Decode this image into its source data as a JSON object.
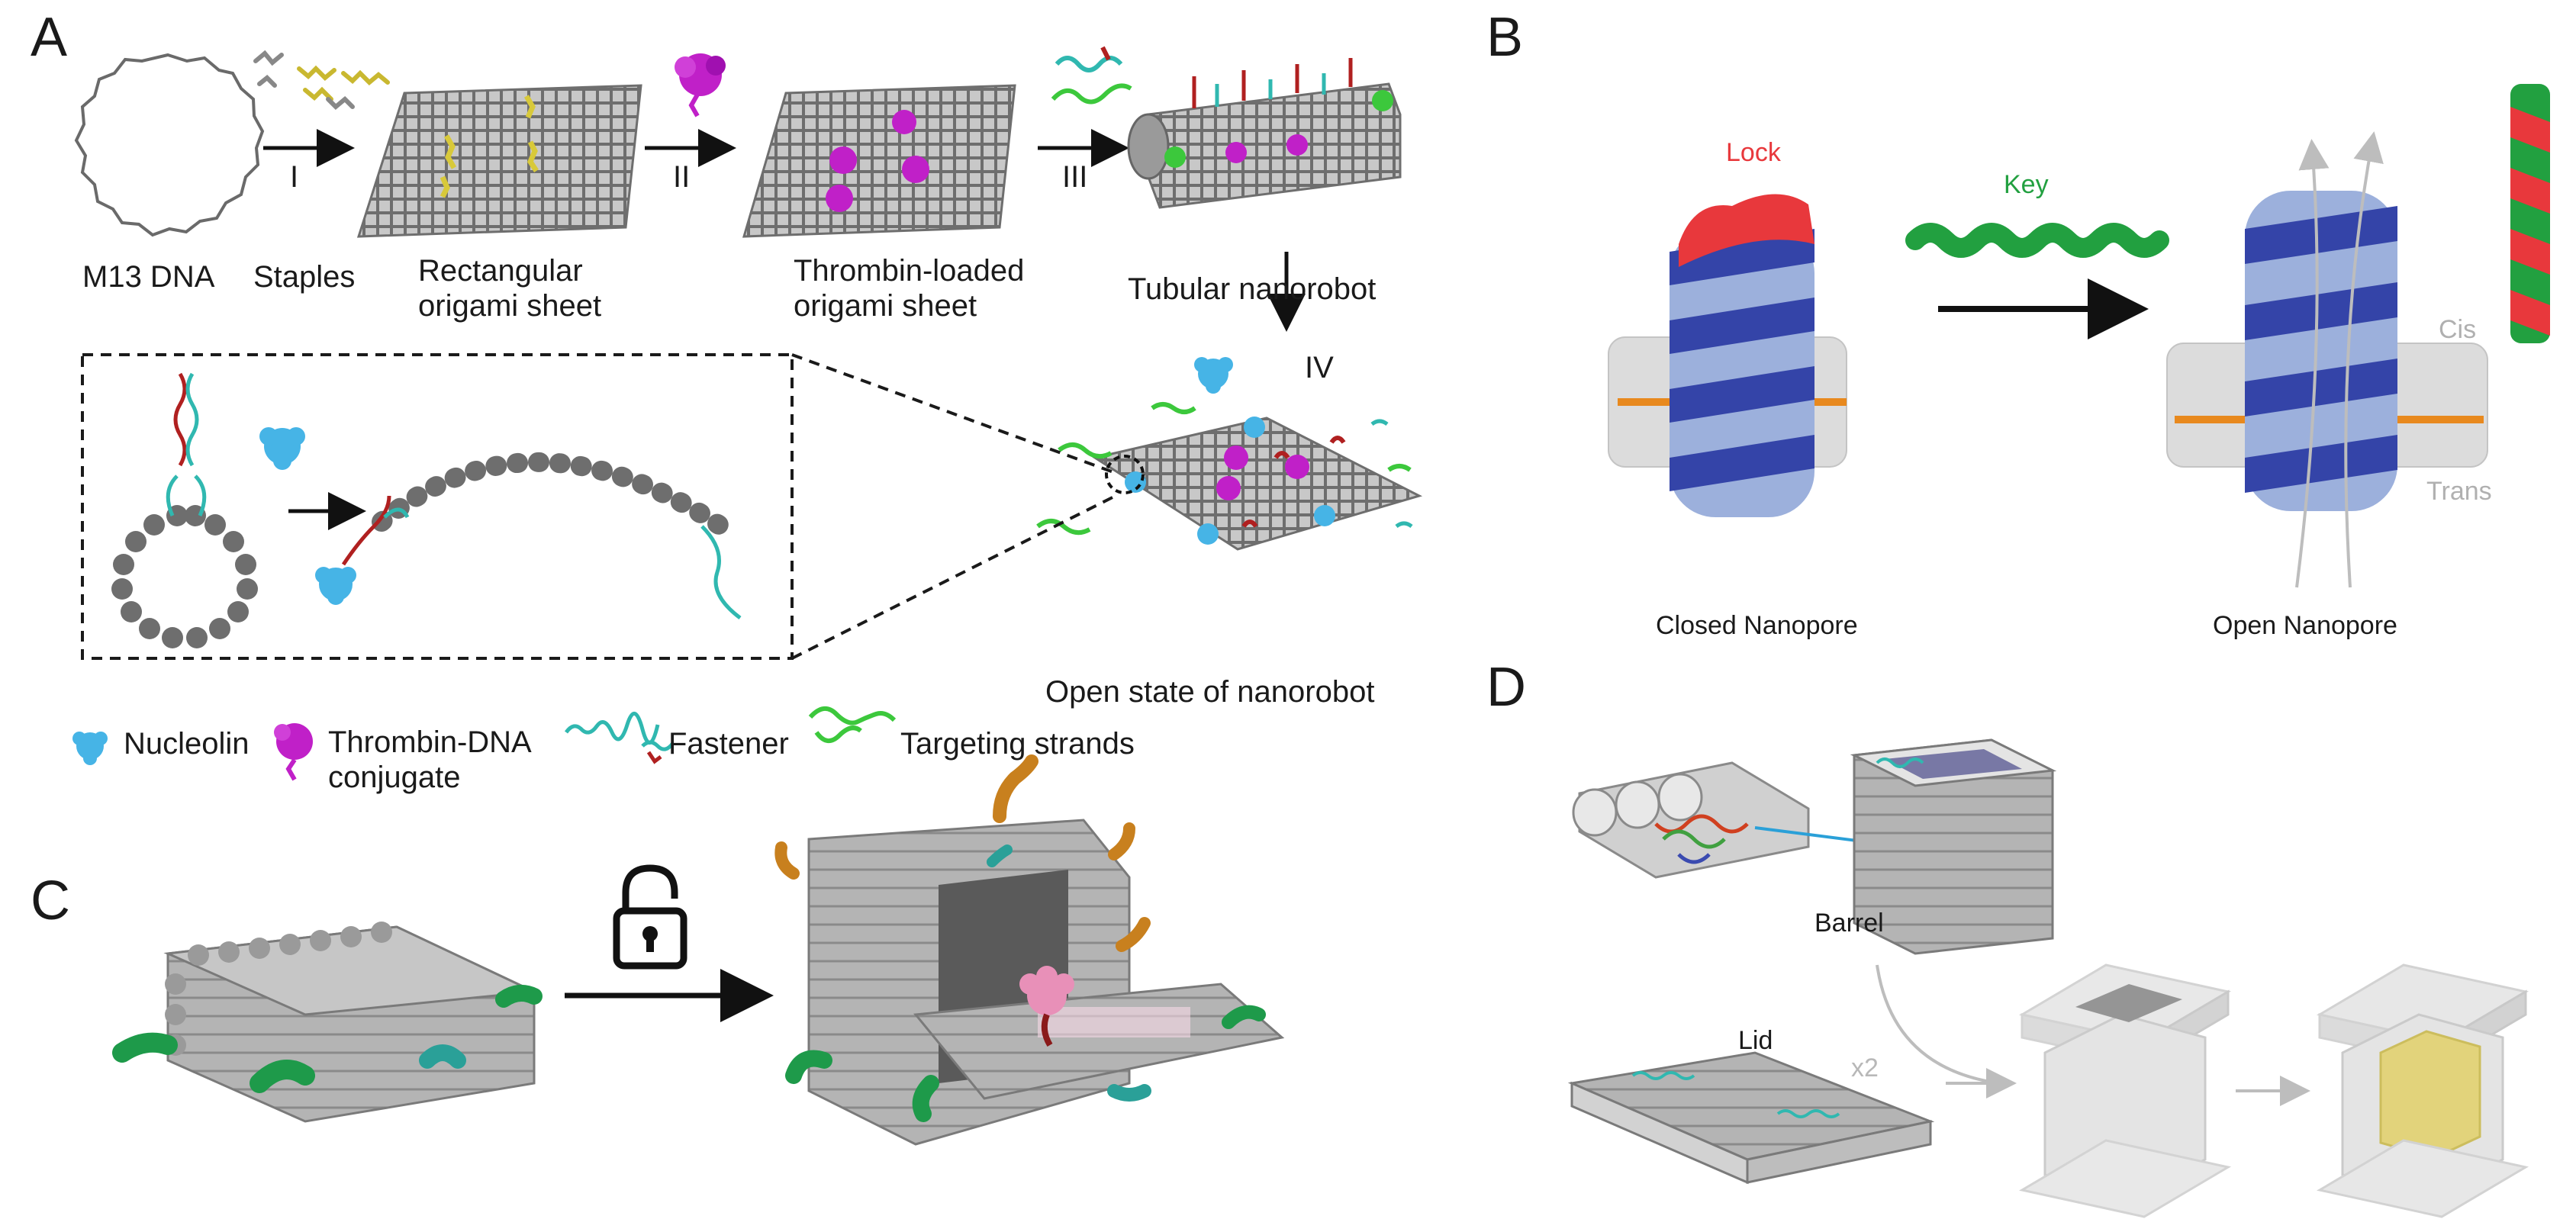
{
  "panels": {
    "a": {
      "letter": "A",
      "labels": {
        "m13": "M13 DNA",
        "staples": "Staples",
        "rect_sheet": "Rectangular\norigami sheet",
        "thrombin_sheet": "Thrombin-loaded\norigami sheet",
        "tubular": "Tubular nanorobot",
        "open_state": "Open state of nanorobot"
      },
      "steps": [
        "I",
        "II",
        "III",
        "IV"
      ],
      "legend": {
        "nucleolin": "Nucleolin",
        "thrombin": "Thrombin-DNA\nconjugate",
        "fastener": "Fastener",
        "targeting": "Targeting strands"
      }
    },
    "b": {
      "letter": "B",
      "lock": "Lock",
      "key": "Key",
      "cis": "Cis",
      "trans": "Trans",
      "closed": "Closed Nanopore",
      "open": "Open Nanopore"
    },
    "c": {
      "letter": "C",
      "icon": "open-padlock-icon"
    },
    "d": {
      "letter": "D",
      "barrel": "Barrel",
      "lid": "Lid",
      "multiplier": "x2"
    }
  },
  "colors": {
    "origami_gray": "#8c8c8c",
    "staple_yellow": "#d8c93a",
    "thrombin_magenta": "#c020c8",
    "nucleolin_blue": "#46b4e6",
    "fastener_cyan": "#30b8b0",
    "fastener_red": "#b02020",
    "targeting_green": "#3cc83c",
    "lock_red": "#e8383c",
    "key_green": "#22a040",
    "pore_dark_blue": "#3444a8",
    "pore_light_blue": "#9cb0dc",
    "cargo_pink": "#e890b8",
    "tube_teal": "#2aa098",
    "tube_orange": "#c8801e",
    "dashed_box": "#1a1a1a",
    "faint_gray": "#b8b8b8"
  }
}
